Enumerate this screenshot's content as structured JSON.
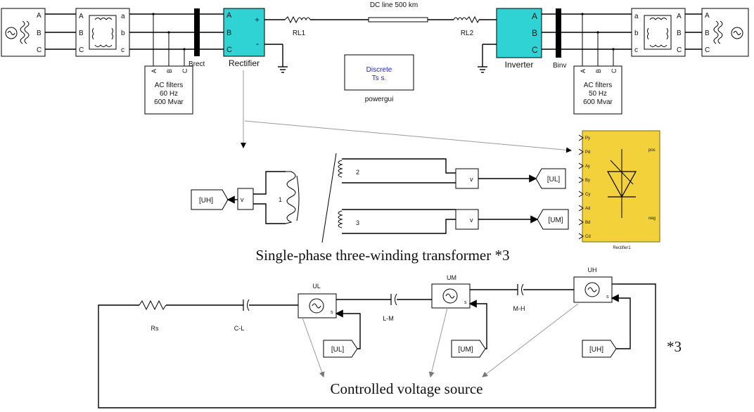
{
  "top_model": {
    "src_left_ports": [
      "A",
      "B",
      "C"
    ],
    "tr_left_in": [
      "A",
      "B",
      "C"
    ],
    "tr_left_out": [
      "a",
      "b",
      "c"
    ],
    "brect": "Brect",
    "rect_ports": [
      "A",
      "B",
      "C"
    ],
    "rect_plus": "+",
    "rect_minus": "-",
    "rectifier": "Rectifier",
    "rl1": "RL1",
    "dc_line": "DC line 500 km",
    "rl2": "RL2",
    "inv_ports": [
      "A",
      "B",
      "C"
    ],
    "inverter": "Inverter",
    "binv": "Binv",
    "tr_right_in": [
      "a",
      "b",
      "c"
    ],
    "tr_right_out": [
      "A",
      "B",
      "C"
    ],
    "src_right_ports": [
      "A",
      "B",
      "C"
    ],
    "filt_left": {
      "ports": [
        "A",
        "B",
        "C"
      ],
      "line1": "AC filters",
      "line2": "60 Hz",
      "line3": "600 Mvar"
    },
    "filt_right": {
      "ports": [
        "A",
        "B",
        "C"
      ],
      "line1": "AC filters",
      "line2": "50 Hz",
      "line3": "600 Mvar"
    },
    "powergui": {
      "line1": "Discrete",
      "line2": "Ts s.",
      "label": "powergui"
    }
  },
  "transformer_detail": {
    "caption": "Single-phase three-winding transformer *3",
    "winding1": "1",
    "winding2": "2",
    "winding3": "3",
    "uh_tag": "[UH]",
    "ul_tag": "[UL]",
    "um_tag": "[UM]",
    "v_label": "v"
  },
  "rectifier_detail": {
    "inputs": [
      "Py",
      "Pd",
      "Ay",
      "By",
      "Cy",
      "Ad",
      "Bd",
      "Cd"
    ],
    "out_pos": "pos",
    "out_neg": "neg",
    "label": "Rectifier1"
  },
  "source_circuit": {
    "rs": "Rs",
    "cl": "C-L",
    "lm": "L-M",
    "mh": "M-H",
    "ul": "UL",
    "um": "UM",
    "uh": "UH",
    "ul_tag": "[UL]",
    "um_tag": "[UM]",
    "uh_tag": "[UH]",
    "times3": "*3",
    "caption": "Controlled voltage source",
    "s_label": "s"
  },
  "colors": {
    "converter": "#2fd3d3",
    "rectifier_block": "#f3d13b",
    "powergui_text": "#2323c8"
  }
}
